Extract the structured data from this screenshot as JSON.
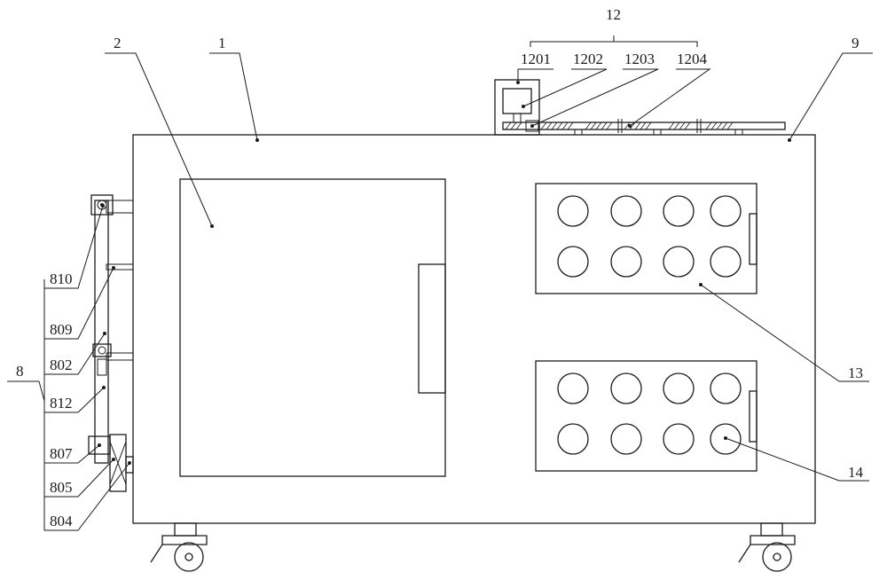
{
  "diagram": {
    "labels": {
      "l1": "1",
      "l2": "2",
      "l9": "9",
      "l12": "12",
      "l1201": "1201",
      "l1202": "1202",
      "l1203": "1203",
      "l1204": "1204",
      "l13": "13",
      "l14": "14",
      "l8": "8",
      "l810": "810",
      "l809": "809",
      "l802": "802",
      "l812": "812",
      "l807": "807",
      "l805": "805",
      "l804": "804"
    }
  }
}
